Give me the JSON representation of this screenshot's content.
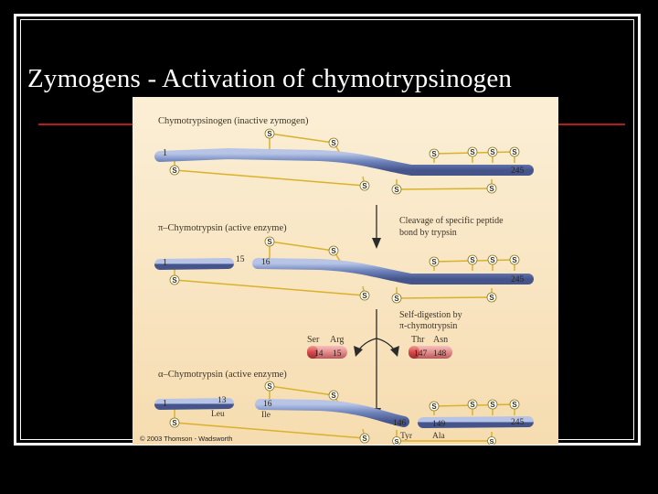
{
  "slide": {
    "title": "Zymogens - Activation of chymotrypsinogen"
  },
  "figure": {
    "sections": {
      "chymotrypsinogen": "Chymotrypsinogen (inactive zymogen)",
      "pi_chymotrypsin": "π–Chymotrypsin (active enzyme)",
      "alpha_chymotrypsin": "α–Chymotrypsin (active enzyme)"
    },
    "steps": {
      "cleavage_line1": "Cleavage of specific peptide",
      "cleavage_line2": "bond by trypsin",
      "self_digestion_line1": "Self-digestion by",
      "self_digestion_line2": "π-chymotrypsin"
    },
    "residues": {
      "n_terminus": "1",
      "c_terminus": "245",
      "r13": "13",
      "r14": "14",
      "r15": "15",
      "r16": "16",
      "r146": "146",
      "r147": "147",
      "r148": "148",
      "r149": "149"
    },
    "amino_acids": {
      "ser": "Ser",
      "arg": "Arg",
      "thr": "Thr",
      "asn": "Asn",
      "leu": "Leu",
      "ile": "Ile",
      "tyr": "Tyr",
      "ala": "Ala"
    },
    "disulfide_label": "S",
    "credit": "© 2003 Thomson - Wadsworth"
  },
  "colors": {
    "background": "#000000",
    "figure_background": "#f9e8c6",
    "chain": "#6a80b8",
    "cleavage_segment": "#e48c8c",
    "disulfide": "#d9b22a",
    "rule": "#b01e1e"
  }
}
